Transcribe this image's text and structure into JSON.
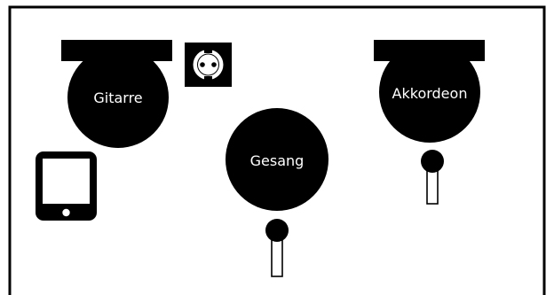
{
  "stage_plan": {
    "performers": [
      {
        "id": "gitarre",
        "label": "Gitarre",
        "has_chair": true,
        "has_mic": false
      },
      {
        "id": "gesang",
        "label": "Gesang",
        "has_chair": false,
        "has_mic": true
      },
      {
        "id": "akkordeon",
        "label": "Akkordeon",
        "has_chair": true,
        "has_mic": true
      }
    ],
    "equipment": [
      {
        "id": "power-outlet",
        "icon": "power-outlet-icon"
      },
      {
        "id": "tablet",
        "icon": "tablet-icon"
      }
    ],
    "colors": {
      "fill": "#000000",
      "background": "#ffffff",
      "text": "#ffffff"
    }
  }
}
